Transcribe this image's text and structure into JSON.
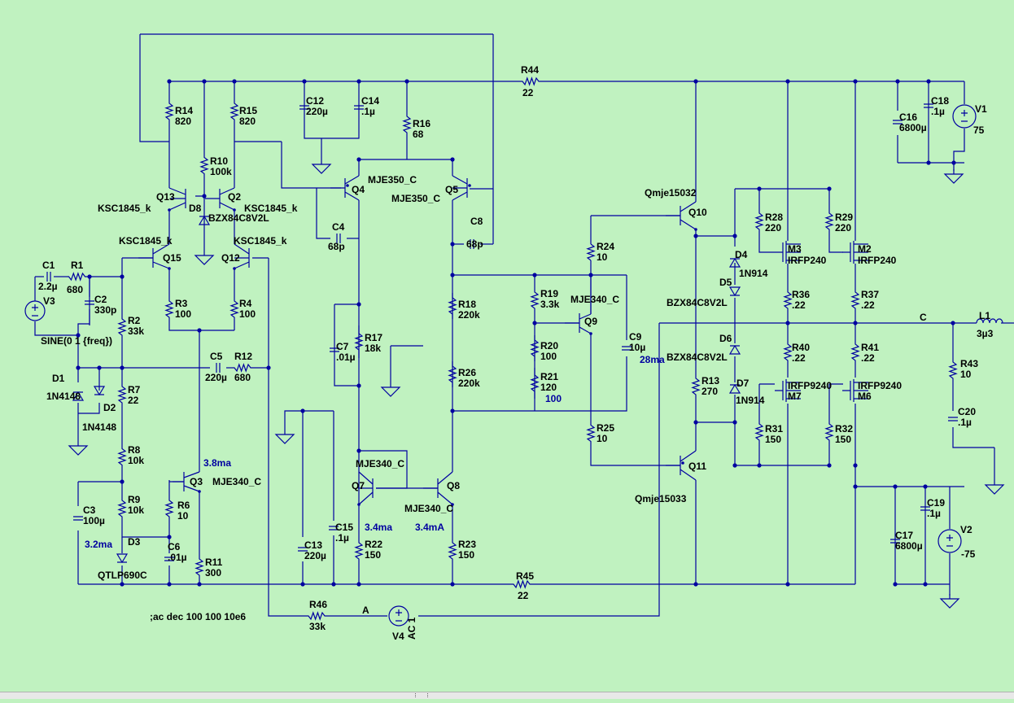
{
  "schematic": {
    "background": "#c0f2c0",
    "wire_color": "#0000a0",
    "components": [
      {
        "id": "R1",
        "ref": "R1",
        "value": "680"
      },
      {
        "id": "R2",
        "ref": "R2",
        "value": "33k"
      },
      {
        "id": "R3",
        "ref": "R3",
        "value": "100"
      },
      {
        "id": "R4",
        "ref": "R4",
        "value": "100"
      },
      {
        "id": "R6",
        "ref": "R6",
        "value": "10"
      },
      {
        "id": "R7",
        "ref": "R7",
        "value": "22"
      },
      {
        "id": "R8",
        "ref": "R8",
        "value": "10k"
      },
      {
        "id": "R9",
        "ref": "R9",
        "value": "10k"
      },
      {
        "id": "R10",
        "ref": "R10",
        "value": "100k"
      },
      {
        "id": "R11",
        "ref": "R11",
        "value": "300"
      },
      {
        "id": "R12",
        "ref": "R12",
        "value": "680"
      },
      {
        "id": "R13",
        "ref": "R13",
        "value": "270"
      },
      {
        "id": "R14",
        "ref": "R14",
        "value": "820"
      },
      {
        "id": "R15",
        "ref": "R15",
        "value": "820"
      },
      {
        "id": "R16",
        "ref": "R16",
        "value": "68"
      },
      {
        "id": "R17",
        "ref": "R17",
        "value": "18k"
      },
      {
        "id": "R18",
        "ref": "R18",
        "value": "220k"
      },
      {
        "id": "R19",
        "ref": "R19",
        "value": "3.3k"
      },
      {
        "id": "R20",
        "ref": "R20",
        "value": "100"
      },
      {
        "id": "R21",
        "ref": "R21",
        "value": "120"
      },
      {
        "id": "R22",
        "ref": "R22",
        "value": "150"
      },
      {
        "id": "R23",
        "ref": "R23",
        "value": "150"
      },
      {
        "id": "R24",
        "ref": "R24",
        "value": "10"
      },
      {
        "id": "R25",
        "ref": "R25",
        "value": "10"
      },
      {
        "id": "R26",
        "ref": "R26",
        "value": "220k"
      },
      {
        "id": "R28",
        "ref": "R28",
        "value": "220"
      },
      {
        "id": "R29",
        "ref": "R29",
        "value": "220"
      },
      {
        "id": "R31",
        "ref": "R31",
        "value": "150"
      },
      {
        "id": "R32",
        "ref": "R32",
        "value": "150"
      },
      {
        "id": "R36",
        "ref": "R36",
        "value": ".22"
      },
      {
        "id": "R37",
        "ref": "R37",
        "value": ".22"
      },
      {
        "id": "R40",
        "ref": "R40",
        "value": ".22"
      },
      {
        "id": "R41",
        "ref": "R41",
        "value": ".22"
      },
      {
        "id": "R43",
        "ref": "R43",
        "value": "10"
      },
      {
        "id": "R44",
        "ref": "R44",
        "value": "22"
      },
      {
        "id": "R45",
        "ref": "R45",
        "value": "22"
      },
      {
        "id": "R46",
        "ref": "R46",
        "value": "33k"
      },
      {
        "id": "C1",
        "ref": "C1",
        "value": "2.2µ"
      },
      {
        "id": "C2",
        "ref": "C2",
        "value": "330p"
      },
      {
        "id": "C3",
        "ref": "C3",
        "value": "100µ"
      },
      {
        "id": "C4",
        "ref": "C4",
        "value": "68p"
      },
      {
        "id": "C5",
        "ref": "C5",
        "value": "220µ"
      },
      {
        "id": "C6",
        "ref": "C6",
        "value": ".01µ"
      },
      {
        "id": "C7",
        "ref": "C7",
        "value": ".01µ"
      },
      {
        "id": "C8",
        "ref": "C8",
        "value": "68p"
      },
      {
        "id": "C9",
        "ref": "C9",
        "value": "10µ"
      },
      {
        "id": "C12",
        "ref": "C12",
        "value": "220µ"
      },
      {
        "id": "C13",
        "ref": "C13",
        "value": "220µ"
      },
      {
        "id": "C14",
        "ref": "C14",
        "value": ".1µ"
      },
      {
        "id": "C15",
        "ref": "C15",
        "value": ".1µ"
      },
      {
        "id": "C16",
        "ref": "C16",
        "value": "6800µ"
      },
      {
        "id": "C17",
        "ref": "C17",
        "value": "6800µ"
      },
      {
        "id": "C18",
        "ref": "C18",
        "value": ".1µ"
      },
      {
        "id": "C19",
        "ref": "C19",
        "value": ".1µ"
      },
      {
        "id": "C20",
        "ref": "C20",
        "value": ".1µ"
      },
      {
        "id": "L1",
        "ref": "L1",
        "value": "3µ3"
      },
      {
        "id": "D1",
        "ref": "D1",
        "value": "1N4148"
      },
      {
        "id": "D2",
        "ref": "D2",
        "value": "1N4148"
      },
      {
        "id": "D3",
        "ref": "D3",
        "value": "QTLP690C"
      },
      {
        "id": "D4",
        "ref": "D4",
        "value": "1N914"
      },
      {
        "id": "D5",
        "ref": "D5",
        "value": "BZX84C8V2L"
      },
      {
        "id": "D6",
        "ref": "D6",
        "value": "BZX84C8V2L"
      },
      {
        "id": "D7",
        "ref": "D7",
        "value": "1N914"
      },
      {
        "id": "D8",
        "ref": "D8",
        "value": "BZX84C8V2L"
      },
      {
        "id": "Q2",
        "ref": "Q2",
        "value": "KSC1845_k"
      },
      {
        "id": "Q3",
        "ref": "Q3",
        "value": "MJE340_C"
      },
      {
        "id": "Q4",
        "ref": "Q4",
        "value": "MJE350_C"
      },
      {
        "id": "Q5",
        "ref": "Q5",
        "value": "MJE350_C"
      },
      {
        "id": "Q7",
        "ref": "Q7",
        "value": "MJE340_C"
      },
      {
        "id": "Q8",
        "ref": "Q8",
        "value": "MJE340_C"
      },
      {
        "id": "Q9",
        "ref": "Q9",
        "value": "MJE340_C"
      },
      {
        "id": "Q10",
        "ref": "Q10",
        "value": "Qmje15032"
      },
      {
        "id": "Q11",
        "ref": "Q11",
        "value": "Qmje15033"
      },
      {
        "id": "Q12",
        "ref": "Q12",
        "value": "KSC1845_k"
      },
      {
        "id": "Q13",
        "ref": "Q13",
        "value": "KSC1845_k"
      },
      {
        "id": "Q15",
        "ref": "Q15",
        "value": "KSC1845_k"
      },
      {
        "id": "M2",
        "ref": "M2",
        "value": "IRFP240"
      },
      {
        "id": "M3",
        "ref": "M3",
        "value": "IRFP240"
      },
      {
        "id": "M6",
        "ref": "M6",
        "value": "IRFP9240"
      },
      {
        "id": "M7",
        "ref": "M7",
        "value": "IRFP9240"
      },
      {
        "id": "V1",
        "ref": "V1",
        "value": "75"
      },
      {
        "id": "V2",
        "ref": "V2",
        "value": "-75"
      },
      {
        "id": "V3",
        "ref": "V3",
        "value": "SINE(0 1 {freq})"
      },
      {
        "id": "V4",
        "ref": "V4",
        "value": "AC 1"
      }
    ],
    "net_labels": {
      "A": "A",
      "C": "C"
    },
    "annotations": {
      "i_q3": "3.8ma",
      "i_d3": "3.2ma",
      "i_q7": "3.4ma",
      "i_q8": "3.4mA",
      "i_r21": "100",
      "i_c9": "28ma"
    },
    "directive": ";ac dec 100 100 10e6"
  }
}
